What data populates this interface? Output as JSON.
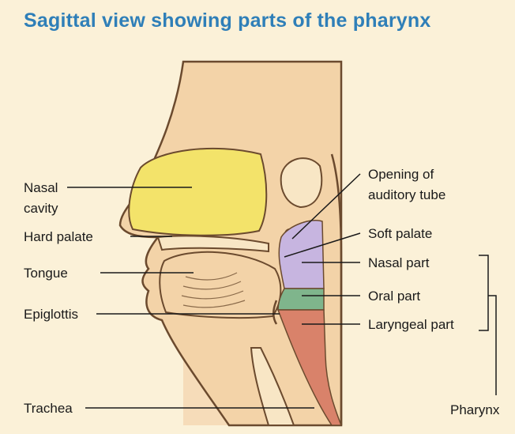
{
  "title": "Sagittal view showing parts of the pharynx",
  "labels": {
    "nasal_cavity_1": "Nasal",
    "nasal_cavity_2": "cavity",
    "hard_palate": "Hard palate",
    "tongue": "Tongue",
    "epiglottis": "Epiglottis",
    "trachea": "Trachea",
    "auditory_tube_1": "Opening of",
    "auditory_tube_2": "auditory tube",
    "soft_palate": "Soft palate",
    "nasal_part": "Nasal part",
    "oral_part": "Oral part",
    "laryngeal_part": "Laryngeal part",
    "pharynx": "Pharynx"
  },
  "colors": {
    "title": "#2f7fb8",
    "background": "#fbf1d8",
    "tissue": "#f3d3a8",
    "outline": "#6b4a2e",
    "nasal_cavity": "#f3e36a",
    "nasal_part": "#c7b5e0",
    "oral_part": "#7fb58c",
    "laryngeal_part": "#d9826a"
  }
}
